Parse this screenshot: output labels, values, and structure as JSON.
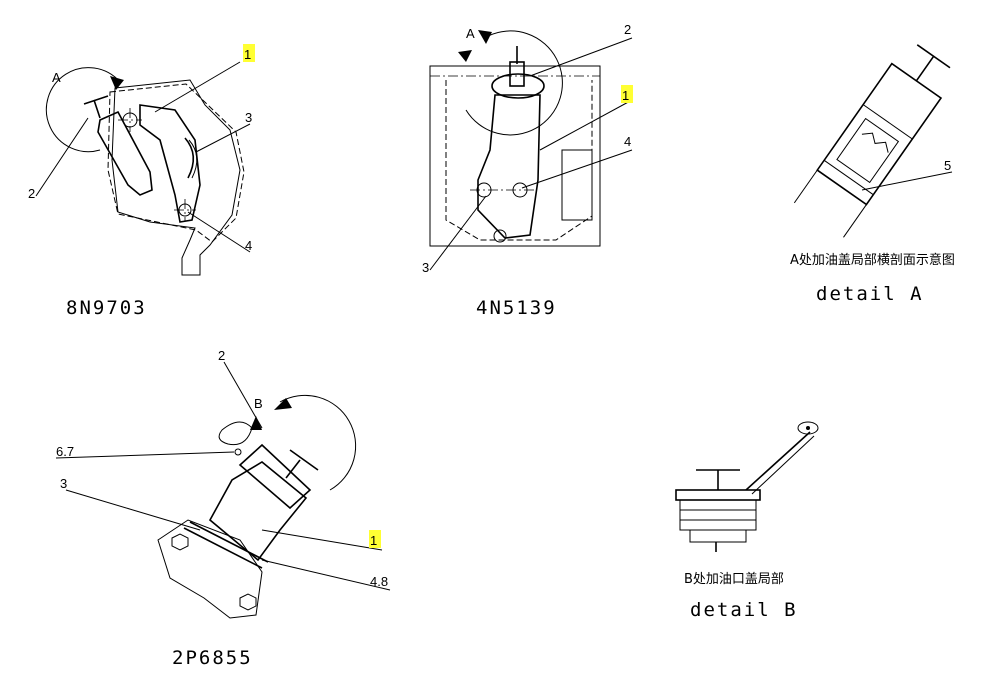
{
  "views": {
    "v1": {
      "caption": "8N9703",
      "callouts": [
        "1",
        "2",
        "3",
        "4"
      ],
      "detail_marker": "A"
    },
    "v2": {
      "caption": "4N5139",
      "callouts": [
        "1",
        "2",
        "3",
        "4"
      ],
      "detail_marker": "A"
    },
    "v3": {
      "cn_label": "A处加油盖局部横剖面示意图",
      "caption": "detail  A",
      "callouts": [
        "5"
      ]
    },
    "v4": {
      "caption": "2P6855",
      "callouts": [
        "1",
        "2",
        "3",
        "6.7",
        "4.8"
      ],
      "detail_marker": "B"
    },
    "v5": {
      "cn_label": "B处加油口盖局部",
      "caption": "detail  B"
    }
  },
  "colors": {
    "highlight": "#ffff33",
    "ink": "#000000"
  }
}
